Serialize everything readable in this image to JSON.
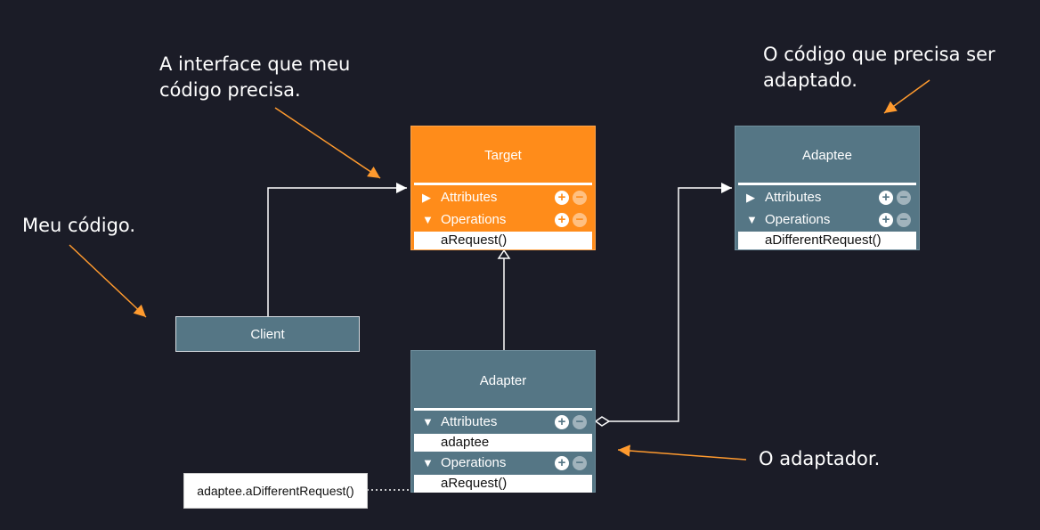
{
  "notes": {
    "target_note": "A interface que meu código precisa.",
    "adaptee_note": "O código que precisa ser adaptado.",
    "client_note": "Meu código.",
    "adapter_note": "O adaptador."
  },
  "classes": {
    "target": {
      "title": "Target",
      "attributes_label": "Attributes",
      "operations_label": "Operations",
      "operations": [
        "aRequest()"
      ]
    },
    "adaptee": {
      "title": "Adaptee",
      "attributes_label": "Attributes",
      "operations_label": "Operations",
      "operations": [
        "aDifferentRequest()"
      ]
    },
    "adapter": {
      "title": "Adapter",
      "attributes_label": "Attributes",
      "attributes": [
        "adaptee"
      ],
      "operations_label": "Operations",
      "operations": [
        "aRequest()"
      ]
    },
    "client": {
      "title": "Client"
    }
  },
  "code_note": "adaptee.aDifferentRequest()",
  "icons": {
    "expanded": "▼",
    "collapsed": "▶",
    "add": "+",
    "remove": "−"
  },
  "colors": {
    "background": "#1b1c27",
    "target_fill": "#ff8c1a",
    "class_fill": "#557685",
    "arrow_accent": "#ff9a2e"
  }
}
